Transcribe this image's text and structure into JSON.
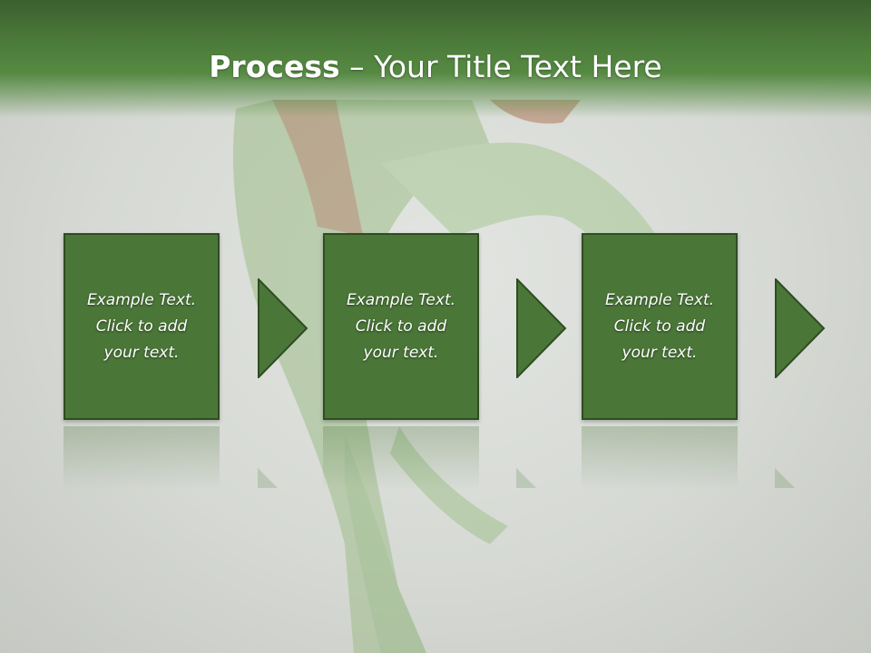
{
  "slide": {
    "title_bold": "Process",
    "title_rest": " – Your Title Text Here"
  },
  "steps": [
    {
      "text": "Example Text.\nClick  to add\nyour text."
    },
    {
      "text": "Example Text.\nClick  to add\nyour text."
    },
    {
      "text": "Example Text.\nClick  to add\nyour text."
    }
  ],
  "colors": {
    "title_bar": "#4b7a3a",
    "box_fill": "#4a7638",
    "box_border": "#2e4d22",
    "text": "#ffffff"
  }
}
